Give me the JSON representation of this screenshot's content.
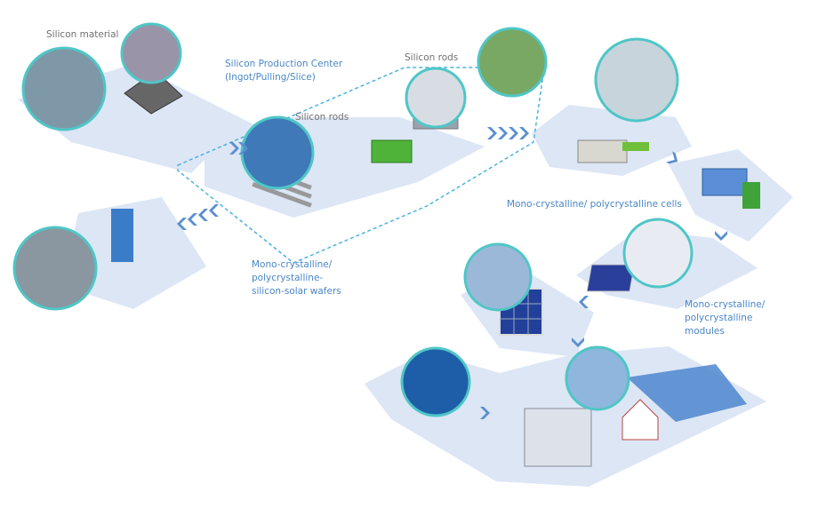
{
  "labels": {
    "silicon_material": "Silicon material",
    "production_center_line1": "Silicon Production Center",
    "production_center_line2": "(Ingot/Pulling/Slice)",
    "silicon_rods_top": "Silicon rods",
    "silicon_rods_mid": "Silicon rods",
    "cells": "Mono-crystalline/ polycrystalline cells",
    "wafers_line1": "Mono-crystalline/",
    "wafers_line2": "polycrystalline-",
    "wafers_line3": "silicon-solar wafers",
    "modules_line1": "Mono-crystalline/",
    "modules_line2": "polycrystalline",
    "modules_line3": "modules"
  },
  "colors": {
    "platform": "#dce6f5",
    "circle_ring": "#4fc6c6",
    "chevron": "#5b8fd0",
    "dashed_line": "#4bb3dd",
    "label_blue": "#4a86c5",
    "label_gray": "#707070"
  }
}
